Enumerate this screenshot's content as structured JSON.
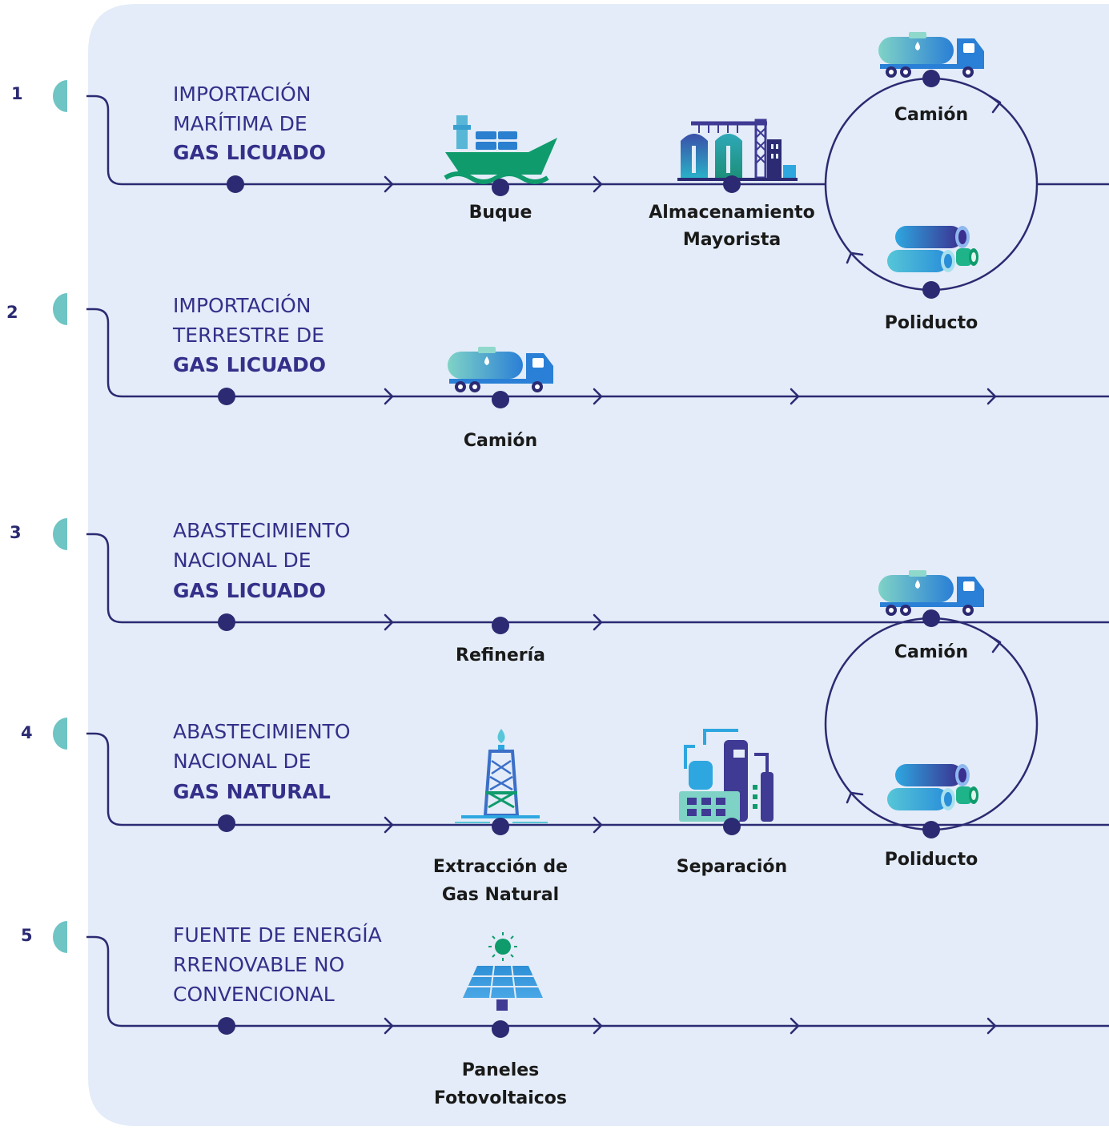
{
  "colors": {
    "panel": "#e3ecf8",
    "line": "#2b2a72",
    "dot": "#2b2a72",
    "tab": "#6fc4c4",
    "heading": "#34308a",
    "green": "#0f9b6b",
    "blue": "#1e88d0",
    "teal": "#3bb8b0",
    "purple": "#3f3a93"
  },
  "rows": [
    {
      "number": "1",
      "heading": {
        "line1": "IMPORTACIÓN",
        "line2": "MARÍTIMA DE",
        "line3": "GAS LICUADO"
      }
    },
    {
      "number": "2",
      "heading": {
        "line1": "IMPORTACIÓN",
        "line2": "TERRESTRE DE",
        "line3": "GAS LICUADO"
      }
    },
    {
      "number": "3",
      "heading": {
        "line1": "ABASTECIMIENTO",
        "line2": "NACIONAL DE",
        "line3": "GAS LICUADO"
      }
    },
    {
      "number": "4",
      "heading": {
        "line1": "ABASTECIMIENTO",
        "line2": "NACIONAL DE",
        "line3": "GAS NATURAL"
      }
    },
    {
      "number": "5",
      "heading": {
        "line1": "FUENTE DE ENERGÍA",
        "line2": "RRENOVABLE NO",
        "line3": "CONVENCIONAL"
      }
    }
  ],
  "nodes": {
    "buque": "Buque",
    "almacenamiento_1": "Almacenamiento",
    "almacenamiento_2": "Mayorista",
    "camion_loop1": "Camión",
    "poliducto_loop1": "Poliducto",
    "camion_row2": "Camión",
    "refineria": "Refinería",
    "camion_loop2": "Camión",
    "extraccion_1": "Extracción de",
    "extraccion_2": "Gas Natural",
    "separacion": "Separación",
    "poliducto_loop2": "Poliducto",
    "paneles_1": "Paneles",
    "paneles_2": "Fotovoltaicos"
  },
  "icons": {
    "ship": "ship-icon",
    "storage": "storage-tanks-icon",
    "truck": "tanker-truck-icon",
    "pipeline": "pipeline-icon",
    "rig": "gas-rig-icon",
    "separation": "separation-plant-icon",
    "solar": "solar-panel-icon"
  }
}
